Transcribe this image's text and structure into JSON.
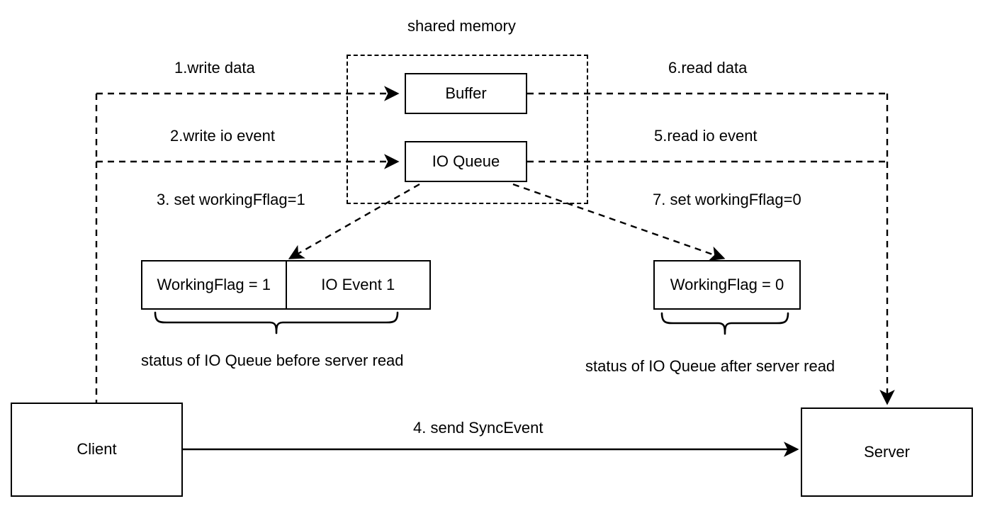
{
  "diagram": {
    "title": "shared memory",
    "nodes": {
      "buffer": "Buffer",
      "io_queue": "IO Queue",
      "client": "Client",
      "server": "Server",
      "working_flag_1": "WorkingFlag = 1",
      "io_event_1": "IO Event 1",
      "working_flag_0": "WorkingFlag = 0"
    },
    "steps": {
      "step1": "1.write data",
      "step2": "2.write io event",
      "step3": "3. set workingFflag=1",
      "step4": "4. send SyncEvent",
      "step5": "5.read io event",
      "step6": "6.read data",
      "step7": "7. set workingFflag=0"
    },
    "captions": {
      "before_read": "status of IO Queue before server read",
      "after_read": "status of IO Queue after server read"
    },
    "colors": {
      "stroke": "#000000",
      "fill": "#ffffff",
      "text": "#000000"
    }
  }
}
